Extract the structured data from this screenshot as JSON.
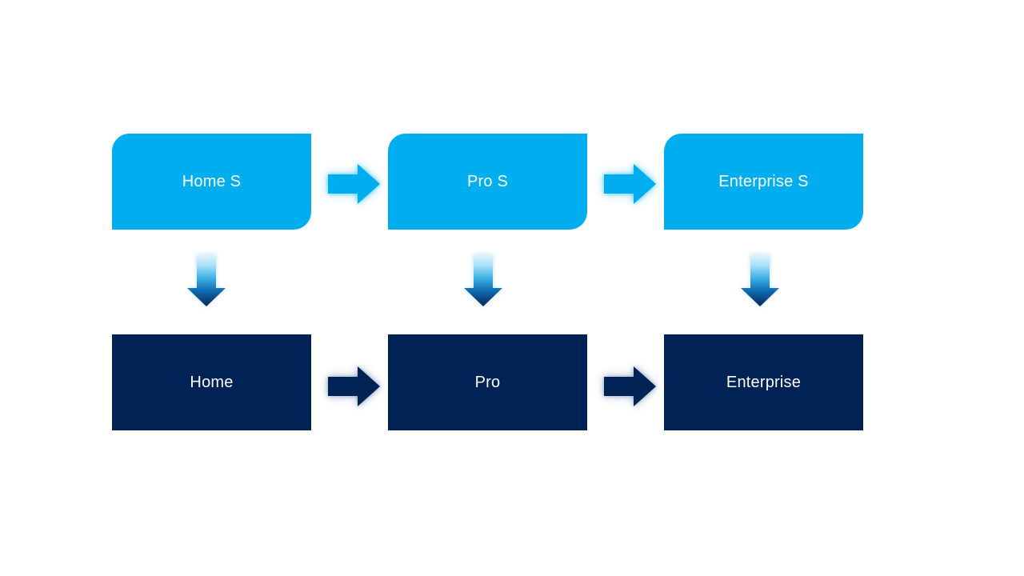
{
  "colors": {
    "background": "#FFFFFF",
    "top_box_fill": "#00AEEF",
    "bottom_box_fill": "#002254",
    "text": "#FFFFFF",
    "down_arrow_gradient_top": "#E3F4FC",
    "down_arrow_gradient_mid": "#3FB2E5",
    "down_arrow_gradient_bottom": "#0A2557"
  },
  "flow": {
    "columns": [
      {
        "top_label": "Home S",
        "bottom_label": "Home"
      },
      {
        "top_label": "Pro S",
        "bottom_label": "Pro"
      },
      {
        "top_label": "Enterprise S",
        "bottom_label": "Enterprise"
      }
    ],
    "icons": {
      "horizontal_connector": "right-arrow-icon",
      "vertical_connector": "down-arrow-icon"
    }
  }
}
